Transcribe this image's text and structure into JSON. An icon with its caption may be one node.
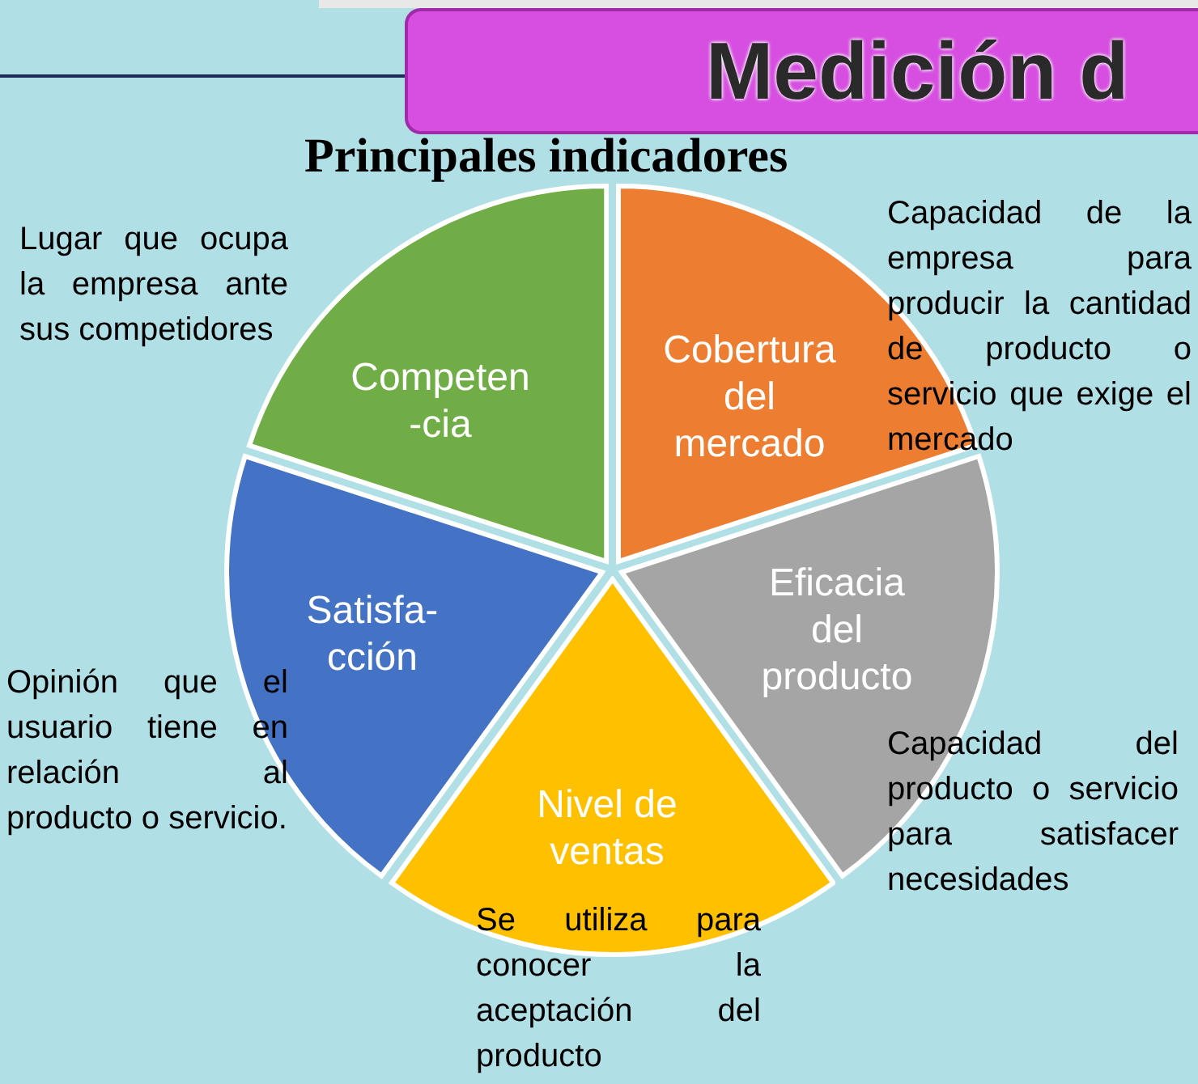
{
  "diagram": {
    "title": "Medición d",
    "nodes": [
      {
        "text": [
          "Competen -cia"
        ],
        "beside": [
          "Lugar que ocupa la empresa ante sus competidores"
        ]
      },
      {
        "text": [
          "Cobertura del mercado"
        ],
        "beside": [
          "Capacidad de la empresa para producir la cantidad de producto o servicio que exige el mercado"
        ]
      },
      {
        "text": [
          "Satisfa- cción"
        ],
        "beside": [
          "Opinión que el usuario tiene en relación al producto o servicio."
        ]
      },
      {
        "text": [
          "Eficacia del producto"
        ],
        "beside": [
          "Capacidad del producto o servicio para satisfacer necesidades"
        ]
      },
      {
        "text": [
          "Nivel de ventas"
        ],
        "beside": [
          "Se utiliza para conocer la aceptación del producto"
        ]
      }
    ],
    "labels": [
      "Principales indicadores"
    ]
  }
}
